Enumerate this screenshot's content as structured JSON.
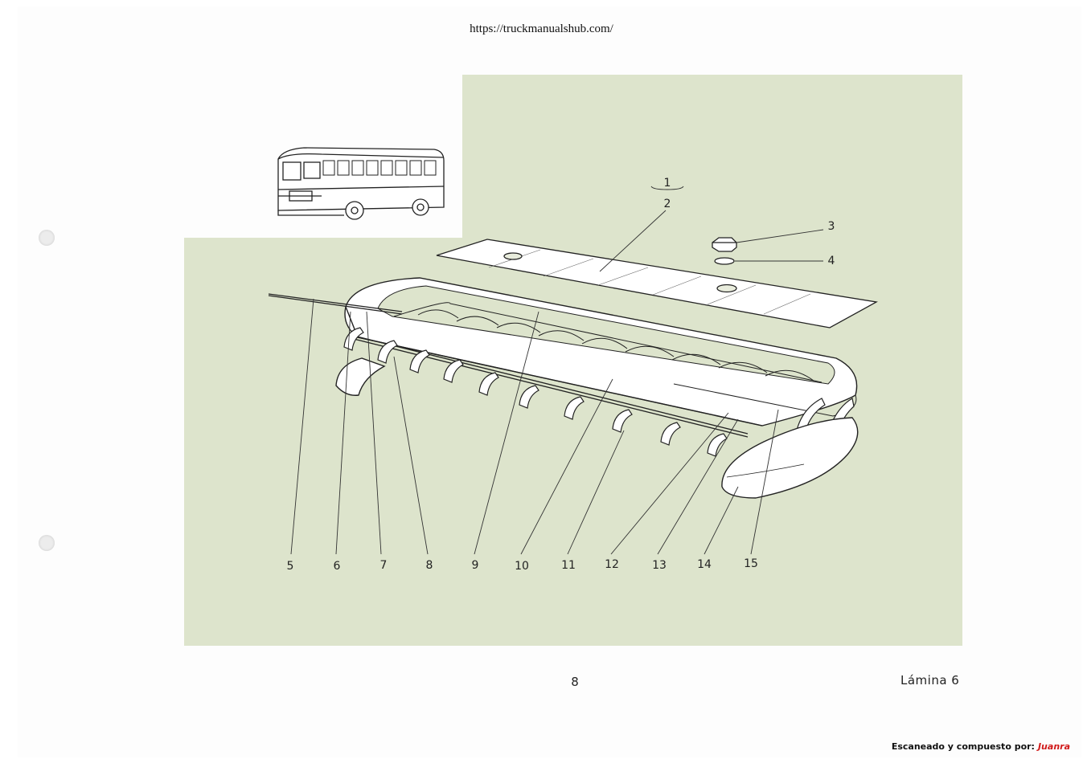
{
  "header": {
    "url": "https://truckmanualshub.com/"
  },
  "plate": {
    "part_labels": [
      "1",
      "2",
      "3",
      "4",
      "5",
      "6",
      "7",
      "8",
      "9",
      "10",
      "11",
      "12",
      "13",
      "14",
      "15"
    ]
  },
  "footer": {
    "page_number": "8",
    "plate_label": "Lámina 6",
    "credit_label": "Escaneado y compuesto por:",
    "credit_author": "Juanra"
  },
  "colors": {
    "plate_background": "#dde4cc",
    "line": "#222222",
    "credit_author": "#d11a1a"
  }
}
